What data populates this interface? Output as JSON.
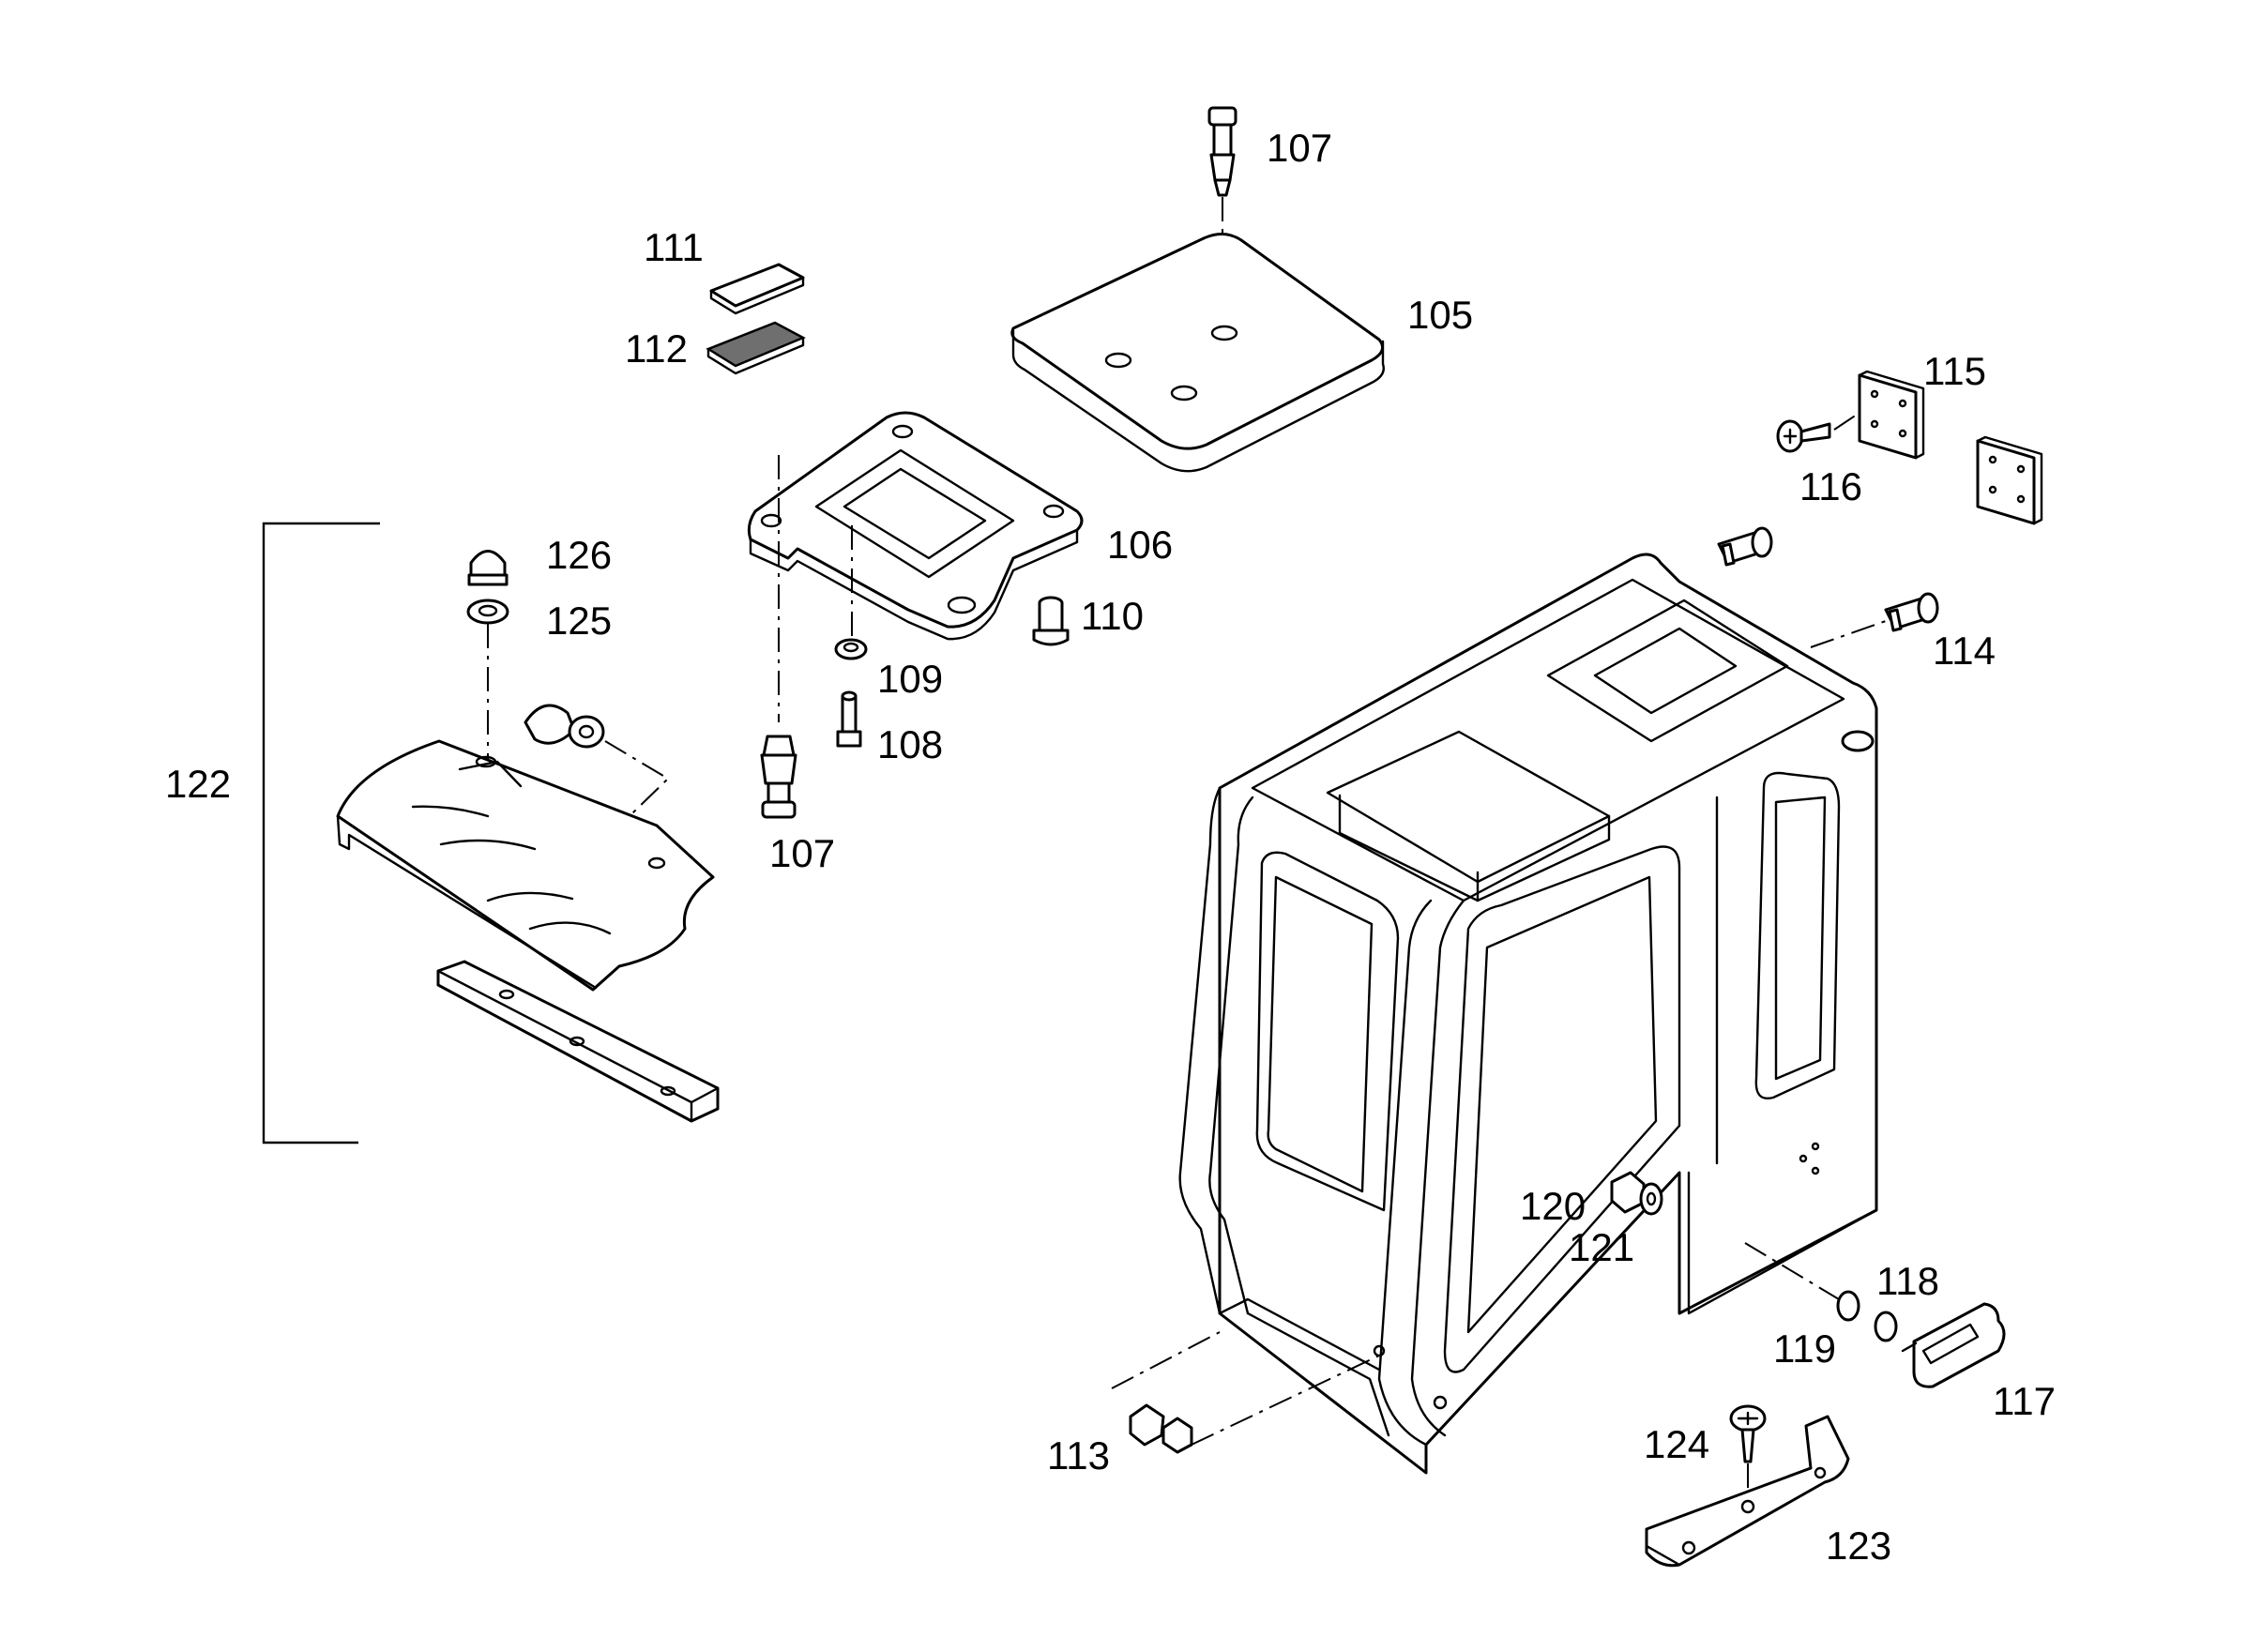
{
  "callouts": {
    "p105": "105",
    "p106": "106",
    "p107_top": "107",
    "p107_bottom": "107",
    "p108": "108",
    "p109": "109",
    "p110": "110",
    "p111": "111",
    "p112": "112",
    "p113": "113",
    "p114": "114",
    "p115": "115",
    "p116": "116",
    "p117": "117",
    "p118": "118",
    "p119": "119",
    "p120": "120",
    "p121": "121",
    "p122": "122",
    "p123": "123",
    "p124": "124",
    "p125": "125",
    "p126": "126"
  }
}
